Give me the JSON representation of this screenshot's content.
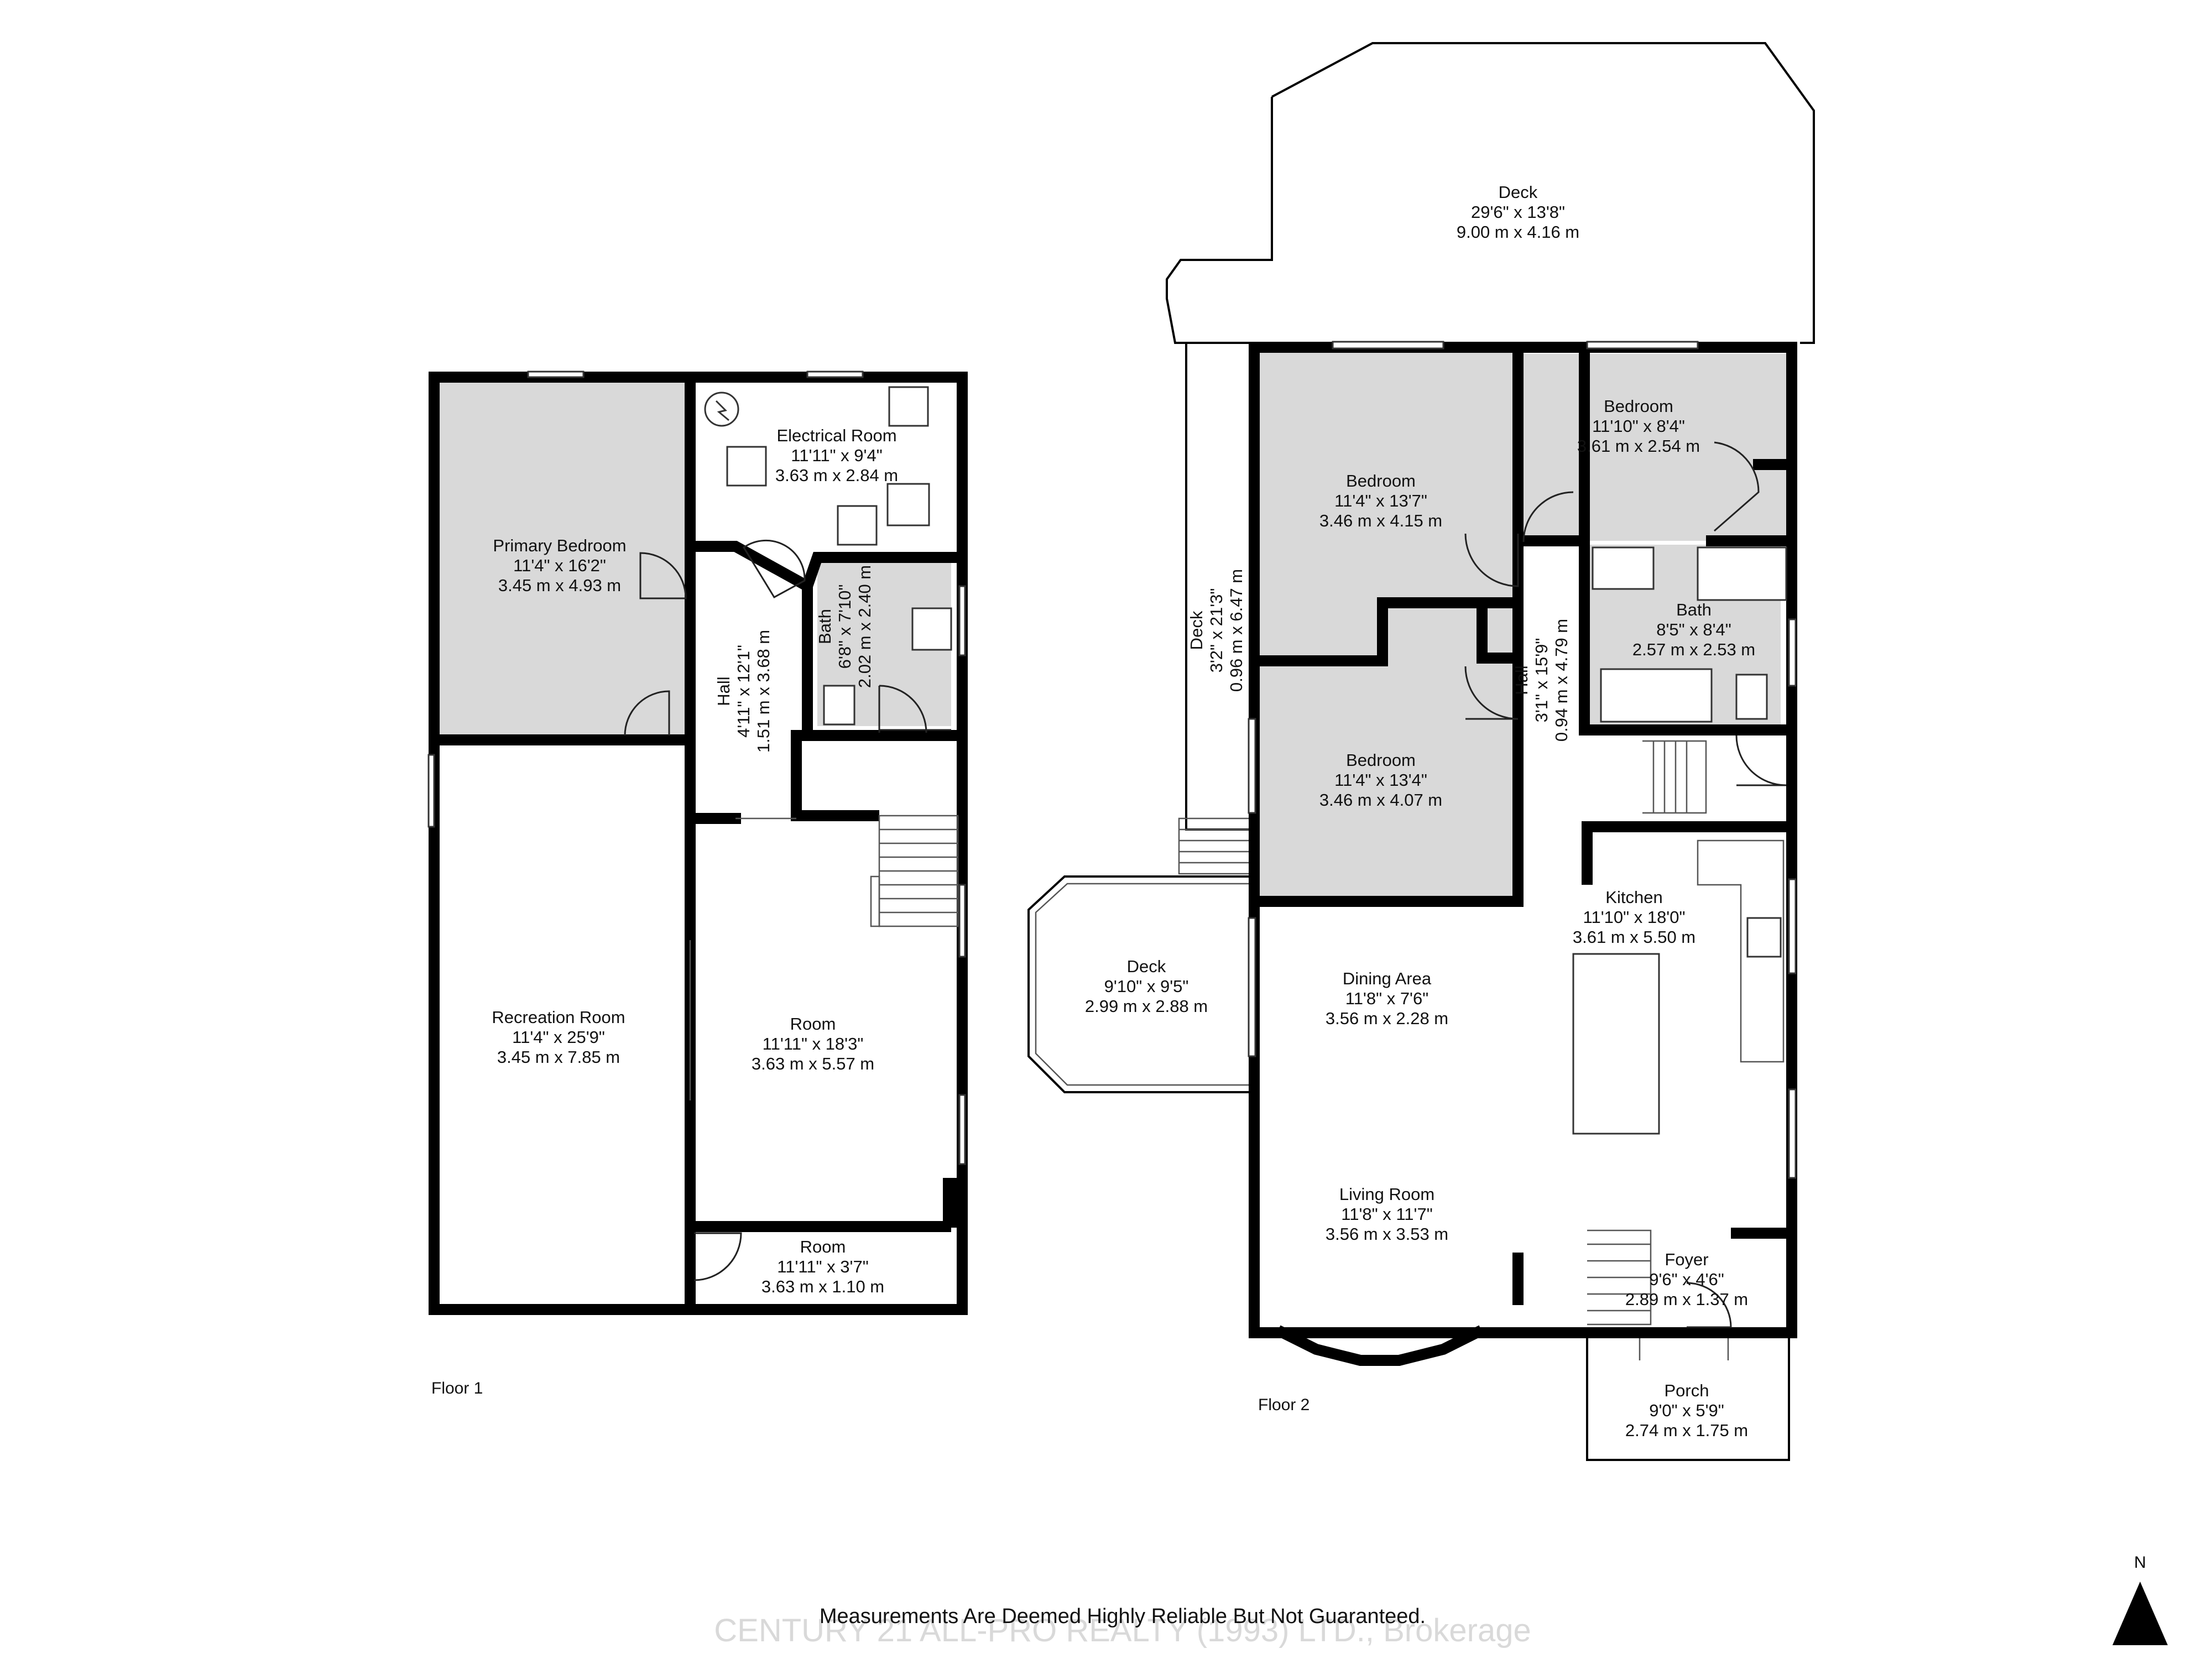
{
  "floors": {
    "floor1": {
      "label": "Floor 1"
    },
    "floor2": {
      "label": "Floor 2"
    }
  },
  "rooms": {
    "primary_bedroom": {
      "name": "Primary Bedroom",
      "imperial": "11'4\" x 16'2\"",
      "metric": "3.45 m x 4.93 m"
    },
    "electrical_room": {
      "name": "Electrical Room",
      "imperial": "11'11\" x 9'4\"",
      "metric": "3.63 m x 2.84 m"
    },
    "hall_f1": {
      "name": "Hall",
      "imperial": "4'11\" x 12'1\"",
      "metric": "1.51 m x 3.68 m"
    },
    "bath_f1": {
      "name": "Bath",
      "imperial": "6'8\" x 7'10\"",
      "metric": "2.02 m x 2.40 m"
    },
    "recreation_room": {
      "name": "Recreation Room",
      "imperial": "11'4\" x 25'9\"",
      "metric": "3.45 m x 7.85 m"
    },
    "room_large": {
      "name": "Room",
      "imperial": "11'11\" x 18'3\"",
      "metric": "3.63 m x 5.57 m"
    },
    "room_small": {
      "name": "Room",
      "imperial": "11'11\" x 3'7\"",
      "metric": "3.63 m x 1.10 m"
    },
    "deck_top": {
      "name": "Deck",
      "imperial": "29'6\" x 13'8\"",
      "metric": "9.00 m x 4.16 m"
    },
    "deck_side": {
      "name": "Deck",
      "imperial": "3'2\" x 21'3\"",
      "metric": "0.96 m x 6.47 m"
    },
    "deck_bay": {
      "name": "Deck",
      "imperial": "9'10\" x 9'5\"",
      "metric": "2.99 m x 2.88 m"
    },
    "bedroom_1": {
      "name": "Bedroom",
      "imperial": "11'4\" x 13'7\"",
      "metric": "3.46 m x 4.15 m"
    },
    "bedroom_2": {
      "name": "Bedroom",
      "imperial": "11'10\" x 8'4\"",
      "metric": "3.61 m x 2.54 m"
    },
    "bedroom_3": {
      "name": "Bedroom",
      "imperial": "11'4\" x 13'4\"",
      "metric": "3.46 m x 4.07 m"
    },
    "bath_f2": {
      "name": "Bath",
      "imperial": "8'5\" x 8'4\"",
      "metric": "2.57 m x 2.53 m"
    },
    "hall_f2": {
      "name": "Hall",
      "imperial": "3'1\" x 15'9\"",
      "metric": "0.94 m x 4.79 m"
    },
    "kitchen": {
      "name": "Kitchen",
      "imperial": "11'10\" x 18'0\"",
      "metric": "3.61 m x 5.50 m"
    },
    "dining_area": {
      "name": "Dining Area",
      "imperial": "11'8\" x 7'6\"",
      "metric": "3.56 m x 2.28 m"
    },
    "living_room": {
      "name": "Living Room",
      "imperial": "11'8\" x 11'7\"",
      "metric": "3.56 m x 3.53 m"
    },
    "foyer": {
      "name": "Foyer",
      "imperial": "9'6\" x 4'6\"",
      "metric": "2.89 m x 1.37 m"
    },
    "porch": {
      "name": "Porch",
      "imperial": "9'0\" x 5'9\"",
      "metric": "2.74 m x 1.75 m"
    }
  },
  "disclaimer": "Measurements Are Deemed Highly Reliable But Not Guaranteed.",
  "watermark": "CENTURY 21 ALL-PRO REALTY (1993) LTD., Brokerage",
  "compass": {
    "label": "N",
    "icon": "north-arrow-icon"
  }
}
